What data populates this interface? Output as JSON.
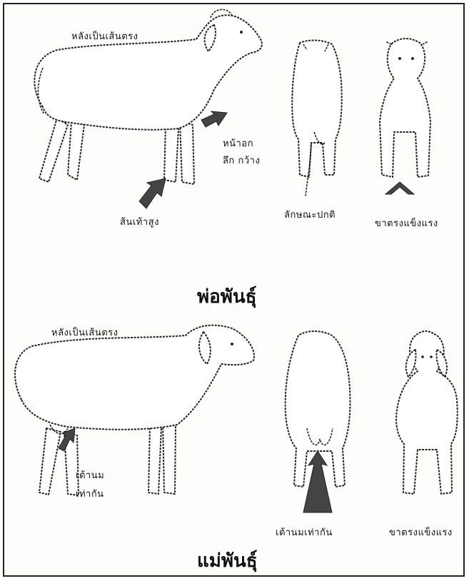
{
  "sire": {
    "title": "พ่อพันธุ์",
    "label_topline": "หลังเป็นเส้นตรง",
    "label_chest": "หน้าอก\nลึก กว้าง",
    "label_legs": "ส้นเท้าสูง",
    "label_rear": "ลักษณะปกติ",
    "label_front": "ขาตรงแข็งแรง"
  },
  "dam": {
    "title": "แม่พันธุ์",
    "label_topline": "หลังเป็นเส้นตรง",
    "label_udder_side": "เต้านม\nเท่ากัน",
    "label_rear": "เต้านมเท่ากัน",
    "label_front": "ขาตรงแข็งแรง"
  },
  "colors": {
    "line": "#222222",
    "arrow": "#444444",
    "frame": "#222222"
  }
}
